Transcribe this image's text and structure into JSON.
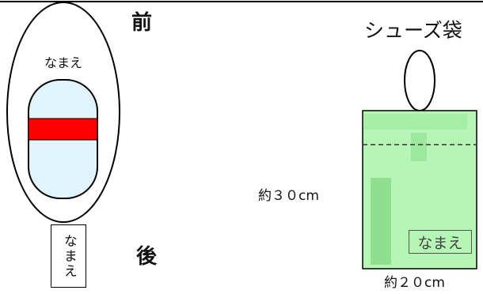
{
  "shoes": {
    "front_label": "前",
    "back_label": "後",
    "name_on_front": "なまえ",
    "name_on_back": "なまえ",
    "colors": {
      "bottle_fill": "#dff4fb",
      "band": "#ff0000"
    }
  },
  "bag": {
    "title": "シューズ袋",
    "name_tag": "なまえ",
    "height_label": "約３０cm",
    "width_label": "約２０cm",
    "colors": {
      "bag_fill": "#b5f5b5",
      "patch": "#8fdf8f"
    }
  }
}
